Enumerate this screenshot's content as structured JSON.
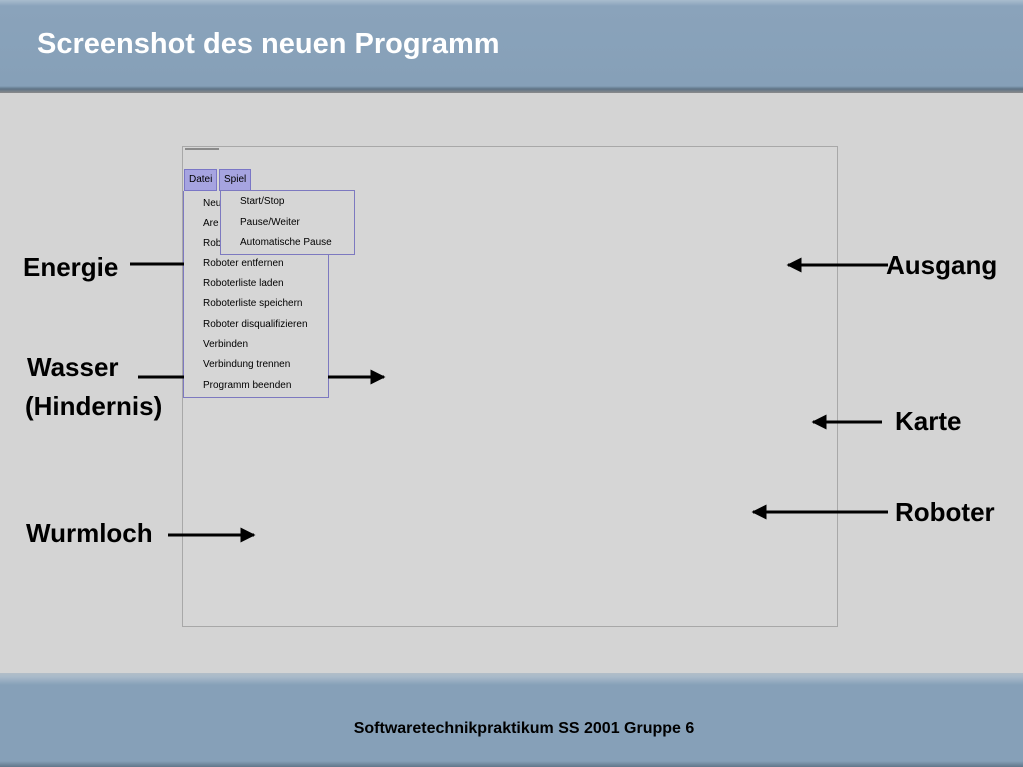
{
  "slide": {
    "title": "Screenshot des neuen Programm"
  },
  "footer": {
    "text": "Softwaretechnikpraktikum SS 2001 Gruppe 6"
  },
  "app": {
    "menubar": [
      {
        "label": "Datei"
      },
      {
        "label": "Spiel"
      }
    ],
    "datei_menu": [
      "Neu",
      "Are",
      "Rob",
      "Roboter entfernen",
      "Roboterliste laden",
      "Roboterliste speichern",
      "Roboter disqualifizieren",
      "Verbinden",
      "Verbindung trennen",
      "Programm beenden"
    ],
    "spiel_menu": [
      "Start/Stop",
      "Pause/Weiter",
      "Automatische Pause"
    ]
  },
  "annotations": {
    "energie": "Energie",
    "wasser": "Wasser",
    "hindernis": "(Hindernis)",
    "wurmloch": "Wurmloch",
    "ausgang": "Ausgang",
    "karte": "Karte",
    "roboter": "Roboter"
  }
}
